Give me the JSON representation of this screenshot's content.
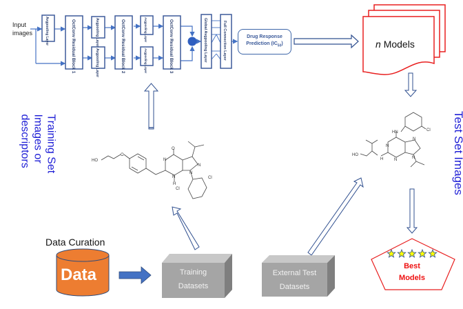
{
  "architecture": {
    "input_label": "Input images",
    "avgpool_label": "Avgpooling Layer",
    "blocks": [
      "OctConv Residual Block 1",
      "OctConv Residual Block 2",
      "OctConv Residual Block 3"
    ],
    "global_pool_label": "Global Avgpooling Layer",
    "fc_label": "Full Connection Layer",
    "output_label_line1": "Drug Response",
    "output_label_line2": "Prediction (IC",
    "output_label_sub": "50",
    "output_label_close": ")"
  },
  "models": {
    "n_label": "n",
    "models_label": "Models"
  },
  "test_set": {
    "label": "Test Set Images"
  },
  "training_set": {
    "label_lines": [
      "Training Set",
      "Images or",
      "descriptors"
    ]
  },
  "data": {
    "curation_label": "Data Curation",
    "cylinder_label": "Data"
  },
  "datasets": {
    "training": [
      "Training",
      "Datasets"
    ],
    "external": [
      "External Test",
      "Datasets"
    ]
  },
  "best": {
    "line1": "Best",
    "line2": "Models",
    "star_count": 5
  },
  "molecules": {
    "training_atoms": [
      "HO",
      "O",
      "O",
      "N",
      "N",
      "H",
      "N",
      "N",
      "Cl",
      "Cl"
    ],
    "test_atoms": [
      "HO",
      "HN",
      "Cl",
      "N",
      "N",
      "N",
      "N",
      "H"
    ]
  },
  "colors": {
    "diagram_blue": "#3d66a8",
    "label_blue": "#1f1fd6",
    "model_red": "#e81e1e",
    "data_orange": "#ed7d31",
    "box_gray": "#a5a5a5",
    "star_yellow": "#ffff00"
  }
}
